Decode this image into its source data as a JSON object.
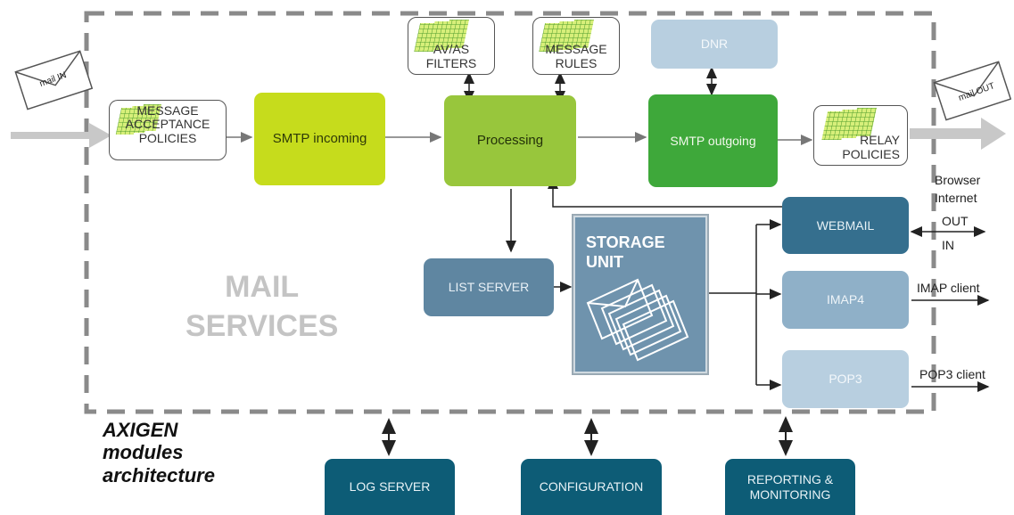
{
  "title": {
    "line1": "AXIGEN",
    "line2": "modules",
    "line3": "architecture"
  },
  "mail_services": {
    "line1": "MAIL",
    "line2": "SERVICES"
  },
  "mail_in_label": "mail IN",
  "mail_out_label": "mail OUT",
  "filters": {
    "acceptance": {
      "line1": "MESSAGE",
      "line2": "ACCEPTANCE",
      "line3": "POLICIES"
    },
    "avas": {
      "line1": "AV/AS",
      "line2": "FILTERS"
    },
    "rules": {
      "line1": "MESSAGE",
      "line2": "RULES"
    },
    "relay": {
      "line1": "RELAY",
      "line2": "POLICIES"
    }
  },
  "modules": {
    "smtp_in": "SMTP incoming",
    "processing": "Processing",
    "smtp_out": "SMTP outgoing",
    "dnr": "DNR",
    "list_server": "LIST SERVER",
    "webmail": "WEBMAIL",
    "imap": "IMAP4",
    "pop": "POP3",
    "log": "LOG SERVER",
    "config": "CONFIGURATION",
    "reporting": {
      "line1": "REPORTING &",
      "line2": "MONITORING"
    }
  },
  "storage": {
    "line1": "STORAGE",
    "line2": "UNIT"
  },
  "clients": {
    "browser": "Browser",
    "internet": "Internet",
    "out": "OUT",
    "in": "IN",
    "imap": "IMAP client",
    "pop": "POP3 client"
  },
  "colors": {
    "frame": "#8a8a8a",
    "green_light": "#c6dc1c",
    "green_mid": "#98c63c",
    "green_dark": "#3ea83a",
    "slate": "#5f86a1",
    "teal": "#0d5c76"
  }
}
